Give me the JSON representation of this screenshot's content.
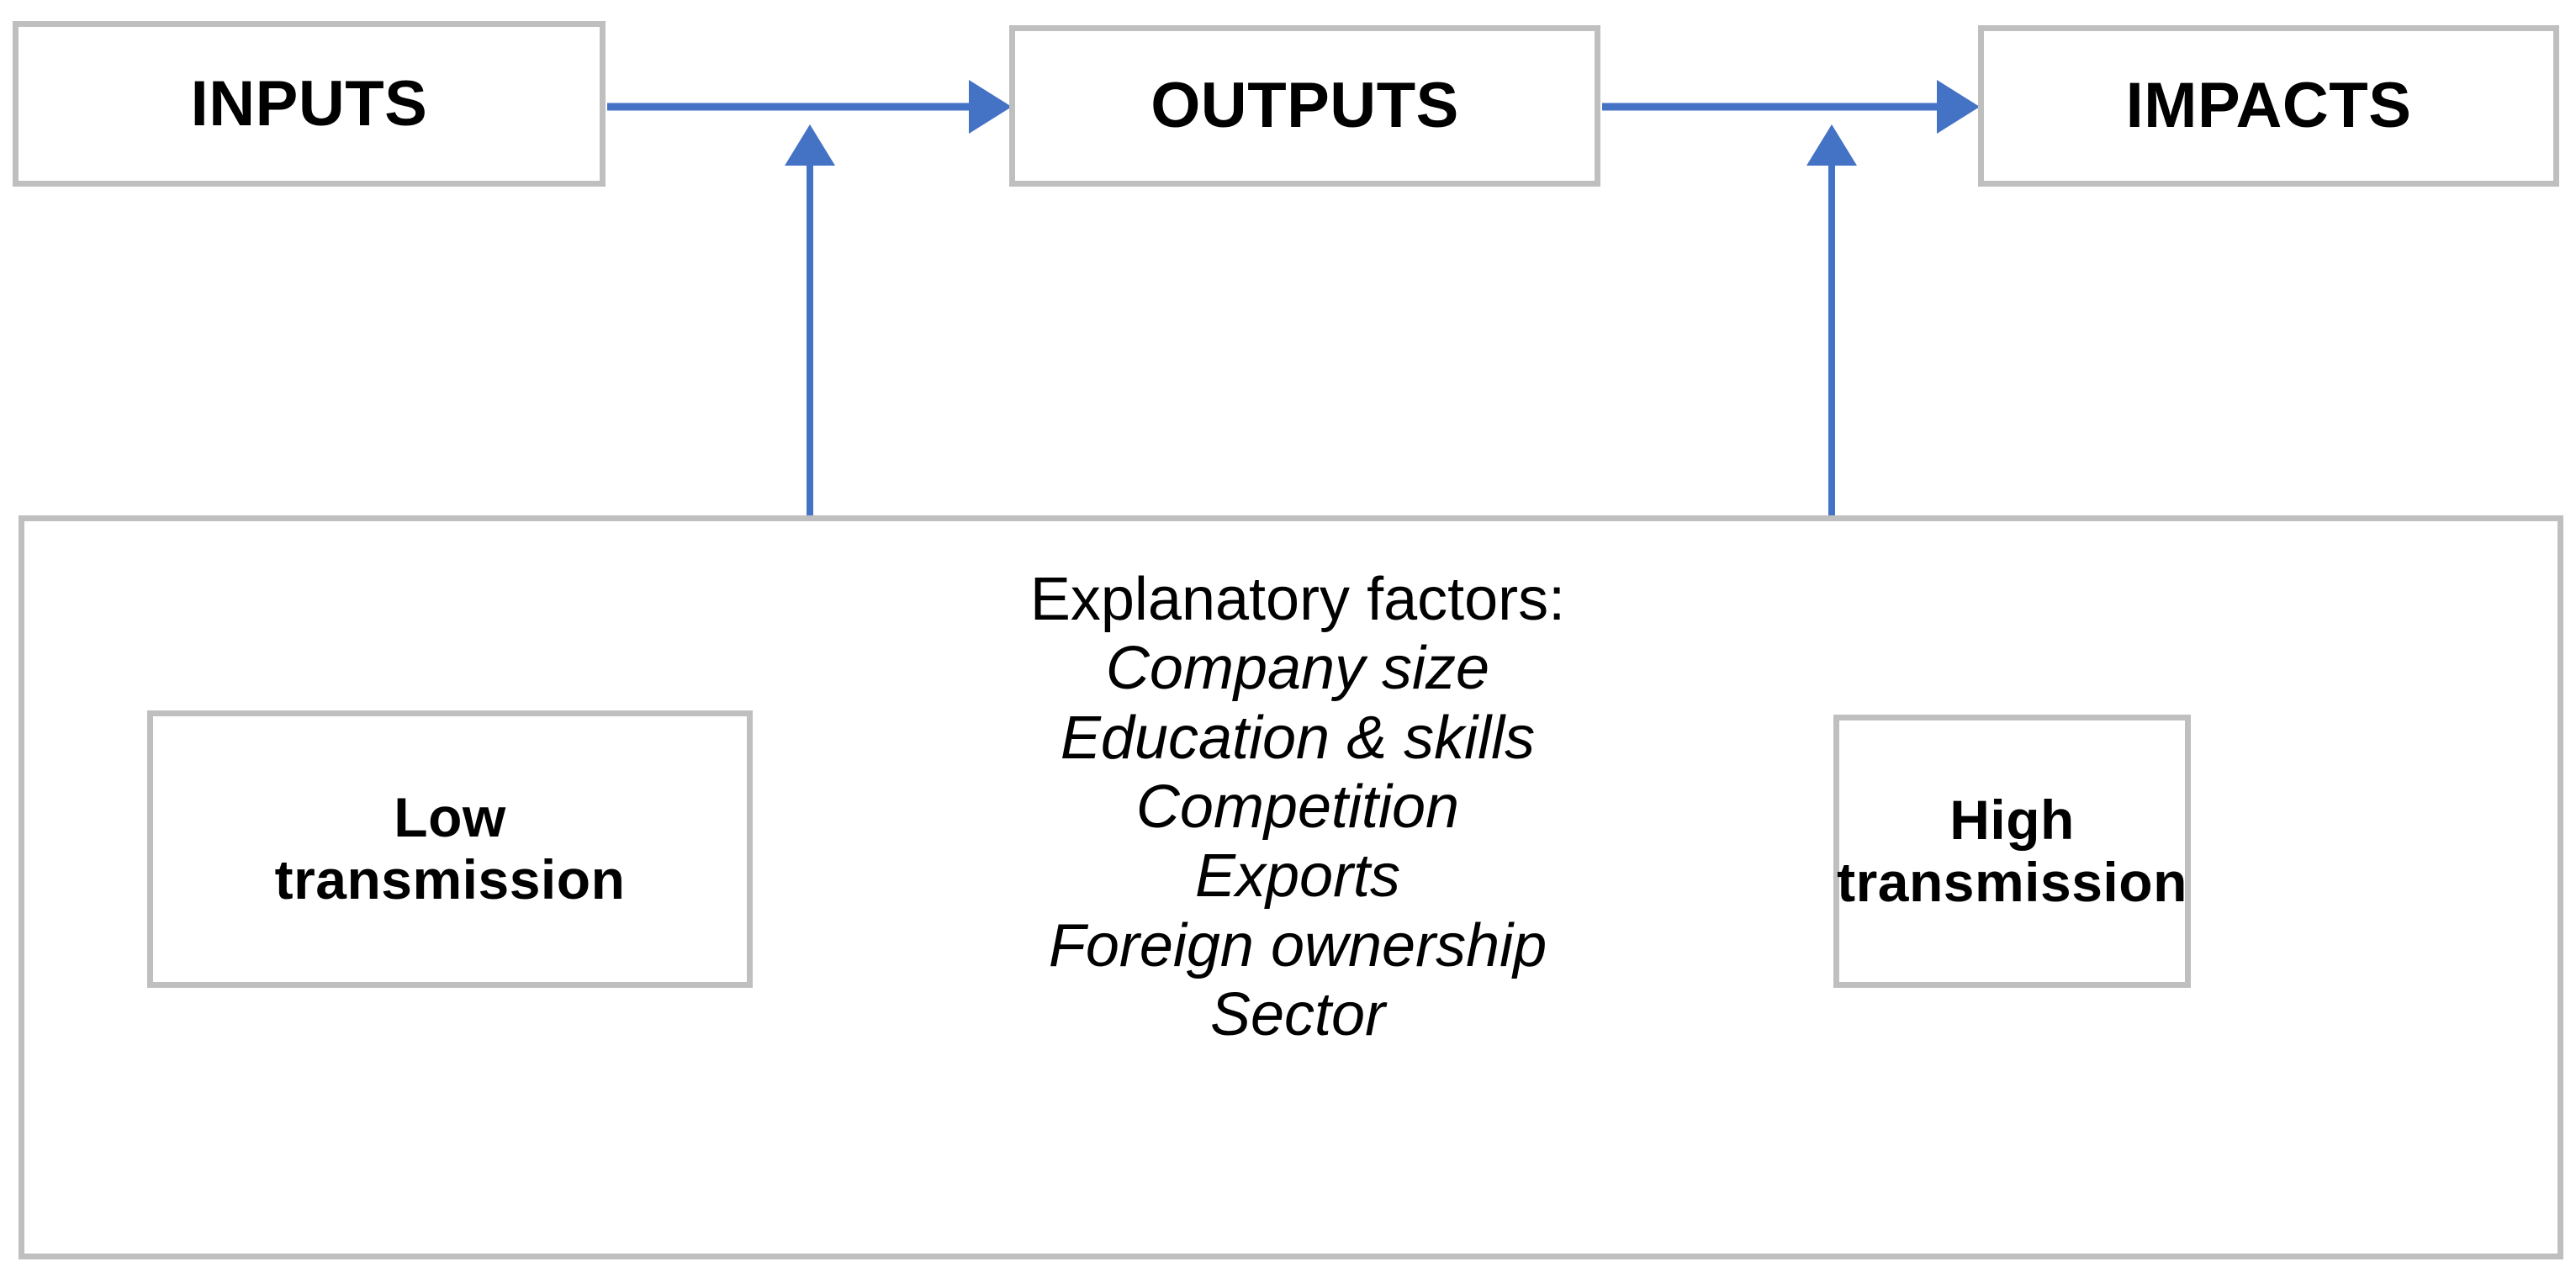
{
  "diagram": {
    "title": "Inputs-Outputs-Impacts transmission diagram",
    "colors": {
      "box_border": "#BFBFBF",
      "arrow": "#4472C4",
      "text": "#000000",
      "background": "#FFFFFF"
    }
  },
  "flow": {
    "stages": [
      {
        "id": "inputs",
        "label": "INPUTS"
      },
      {
        "id": "outputs",
        "label": "OUTPUTS"
      },
      {
        "id": "impacts",
        "label": "IMPACTS"
      }
    ],
    "connectors": [
      {
        "id": "inputs-to-outputs",
        "from": "inputs",
        "to": "outputs",
        "direction": "right"
      },
      {
        "id": "outputs-to-impacts",
        "from": "outputs",
        "to": "impacts",
        "direction": "right"
      },
      {
        "id": "factors-to-outputs-arrow",
        "from": "explanatory-factors",
        "to": "inputs-to-outputs",
        "direction": "up"
      },
      {
        "id": "factors-to-impacts-arrow",
        "from": "explanatory-factors",
        "to": "outputs-to-impacts",
        "direction": "up"
      }
    ]
  },
  "explanatory": {
    "heading": "Explanatory factors:",
    "factors": [
      "Company size",
      "Education & skills",
      "Competition",
      "Exports",
      "Foreign ownership",
      "Sector"
    ],
    "low_box": {
      "line1": "Low",
      "line2": "transmission",
      "text": "Low\ntransmission"
    },
    "high_box": {
      "line1": "High",
      "line2": "transmission",
      "text": "High\ntransmission"
    }
  }
}
